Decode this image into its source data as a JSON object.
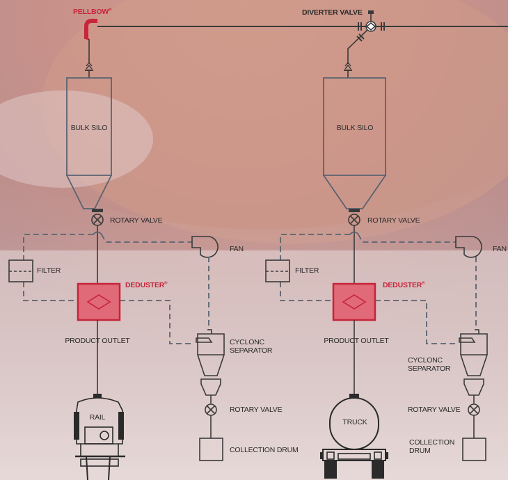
{
  "labels": {
    "pellbow": "PELLBOW",
    "diverter_valve": "DIVERTER VALVE",
    "bulk_silo_left": "BULK SILO",
    "bulk_silo_right": "BULK SILO",
    "rotary_valve_left": "ROTARY VALVE",
    "rotary_valve_right": "ROTARY VALVE",
    "fan_left": "FAN",
    "fan_right": "FAN",
    "filter_left": "FILTER",
    "filter_right": "FILTER",
    "deduster_left": "DEDUSTER",
    "deduster_right": "DEDUSTER",
    "product_outlet_left": "PRODUCT OUTLET",
    "product_outlet_right": "PRODUCT OUTLET",
    "cyclone_left": "CYCLONC\nSEPARATOR",
    "cyclone_right": "CYCLONC\nSEPARATOR",
    "rotary_valve_cyc_left": "ROTARY VALVE",
    "rotary_valve_cyc_right": "ROTARY VALVE",
    "drum_left": "COLLECTION DRUM",
    "drum_right": "COLLECTION\nDRUM",
    "rail": "RAIL",
    "truck": "TRUCK",
    "registered": "®"
  },
  "colors": {
    "accent_red": "#c8243a",
    "line": "#3a3a3a",
    "dashed": "#5a6370",
    "deduster_fill": "#e06a78"
  }
}
